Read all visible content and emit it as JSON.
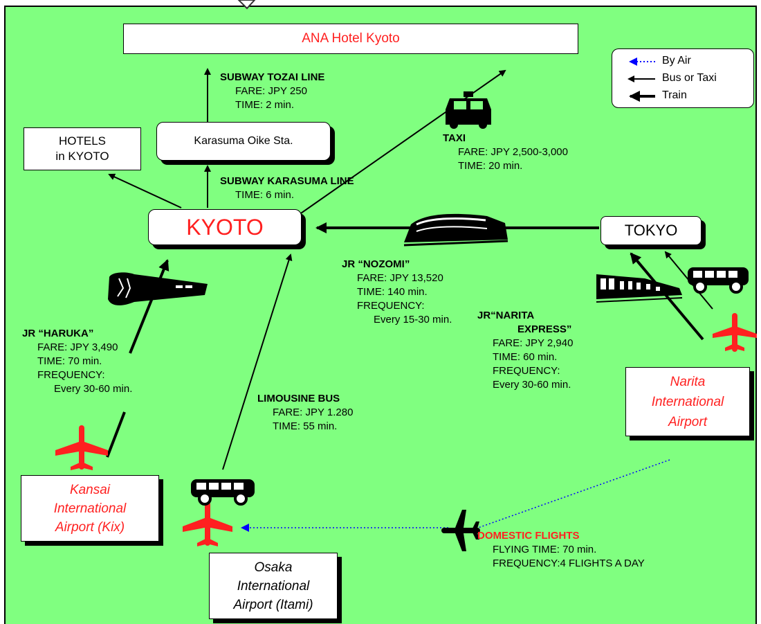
{
  "destination": "ANA Hotel Kyoto",
  "hotels": [
    "HOTELS",
    "in KYOTO"
  ],
  "station": "Karasuma Oike Sta.",
  "kyoto": "KYOTO",
  "tokyo": "TOKYO",
  "airports": {
    "kansai": [
      "Kansai",
      "International",
      "Airport (Kix)"
    ],
    "osaka": [
      "Osaka",
      "International",
      "Airport (Itami)"
    ],
    "narita": [
      "Narita",
      "International",
      "Airport"
    ]
  },
  "legend": {
    "items": [
      {
        "label": "By Air",
        "style": "dotted-blue"
      },
      {
        "label": "Bus or Taxi",
        "style": "thin-black"
      },
      {
        "label": "Train",
        "style": "thick-black"
      }
    ]
  },
  "routes": {
    "tozai": {
      "title": "SUBWAY TOZAI LINE",
      "fare": "FARE: JPY 250",
      "time": "TIME: 2 min."
    },
    "karasuma": {
      "title": "SUBWAY KARASUMA LINE",
      "time": "TIME: 6 min."
    },
    "taxi": {
      "title": "TAXI",
      "fare": "FARE: JPY 2,500-3,000",
      "time": "TIME: 20 min."
    },
    "nozomi": {
      "title": "JR “NOZOMI”",
      "fare": "FARE: JPY 13,520",
      "time": "TIME: 140 min.",
      "freq": "FREQUENCY:",
      "freq_val": "Every 15-30 min."
    },
    "haruka": {
      "title": "JR “HARUKA”",
      "fare": "FARE: JPY 3,490",
      "time": "TIME: 70 min.",
      "freq": "FREQUENCY:",
      "freq_val": "Every 30-60 min."
    },
    "narita_express": {
      "title1": "JR“NARITA",
      "title2": "EXPRESS”",
      "fare": "FARE: JPY 2,940",
      "time": "TIME: 60 min.",
      "freq": "FREQUENCY:",
      "freq_val": "Every 30-60 min."
    },
    "limousine": {
      "title": "LIMOUSINE BUS",
      "fare": "FARE: JPY 1.280",
      "time": "TIME: 55 min."
    },
    "domestic": {
      "title": "DOMESTIC FLIGHTS",
      "time": "FLYING TIME: 70 min.",
      "freq": "FREQUENCY:4 FLIGHTS A DAY"
    }
  },
  "colors": {
    "background": "#80ff80",
    "accent_red": "#ff2020",
    "air_blue": "#0000ff"
  }
}
